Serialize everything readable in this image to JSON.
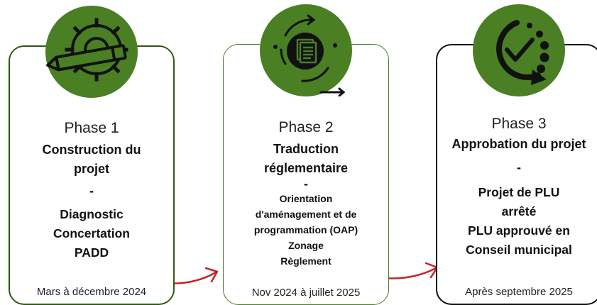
{
  "colors": {
    "green": "#4a7f24",
    "dark_green": "#2f5a12",
    "arrow_red": "#c4242b",
    "black": "#111111"
  },
  "phases": [
    {
      "label": "Phase 1",
      "title_lines": [
        "Construction du",
        "projet"
      ],
      "separator": "-",
      "items": [
        "Diagnostic",
        "Concertation",
        "PADD"
      ],
      "date": "Mars à décembre 2024",
      "icon": "gear-pencil-icon"
    },
    {
      "label": "Phase 2",
      "title_lines": [
        "Traduction",
        "réglementaire"
      ],
      "separator": "-",
      "items": [
        "Orientation",
        "d'aménagement et de",
        "programmation (OAP)",
        "Zonage",
        "Règlement"
      ],
      "date": "Nov 2024 à juillet 2025",
      "icon": "document-cycle-icon"
    },
    {
      "label": "Phase 3",
      "title_lines": [
        "Approbation du projet"
      ],
      "separator": "-",
      "items": [
        "Projet de PLU",
        "arrêté",
        "PLU approuvé en",
        "Conseil municipal"
      ],
      "date": "Après septembre 2025",
      "icon": "checkmark-progress-icon"
    }
  ]
}
